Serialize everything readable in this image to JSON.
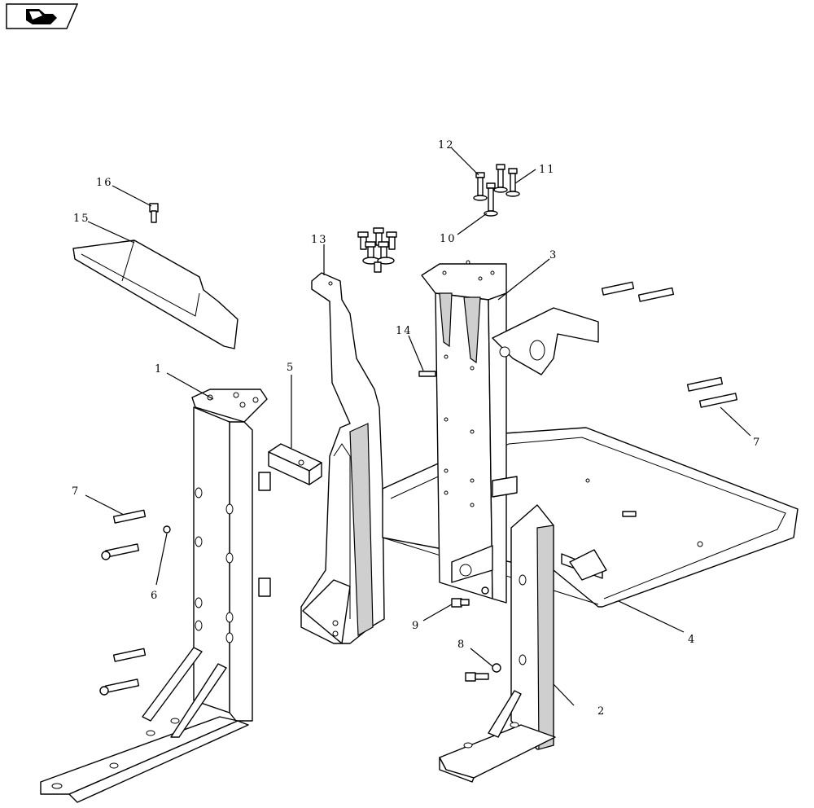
{
  "diagram": {
    "callouts": [
      {
        "id": "c1",
        "text": "1"
      },
      {
        "id": "c2",
        "text": "2"
      },
      {
        "id": "c3",
        "text": "3"
      },
      {
        "id": "c4",
        "text": "4"
      },
      {
        "id": "c5",
        "text": "5"
      },
      {
        "id": "c6",
        "text": "6"
      },
      {
        "id": "c7a",
        "text": "7"
      },
      {
        "id": "c7b",
        "text": "7"
      },
      {
        "id": "c8",
        "text": "8"
      },
      {
        "id": "c9",
        "text": "9"
      },
      {
        "id": "c10",
        "text": "10"
      },
      {
        "id": "c11",
        "text": "11"
      },
      {
        "id": "c12",
        "text": "12"
      },
      {
        "id": "c13",
        "text": "13"
      },
      {
        "id": "c14",
        "text": "14"
      },
      {
        "id": "c15",
        "text": "15"
      },
      {
        "id": "c16",
        "text": "16"
      }
    ]
  },
  "icons": {
    "corner_tab": "book-hand-icon"
  }
}
